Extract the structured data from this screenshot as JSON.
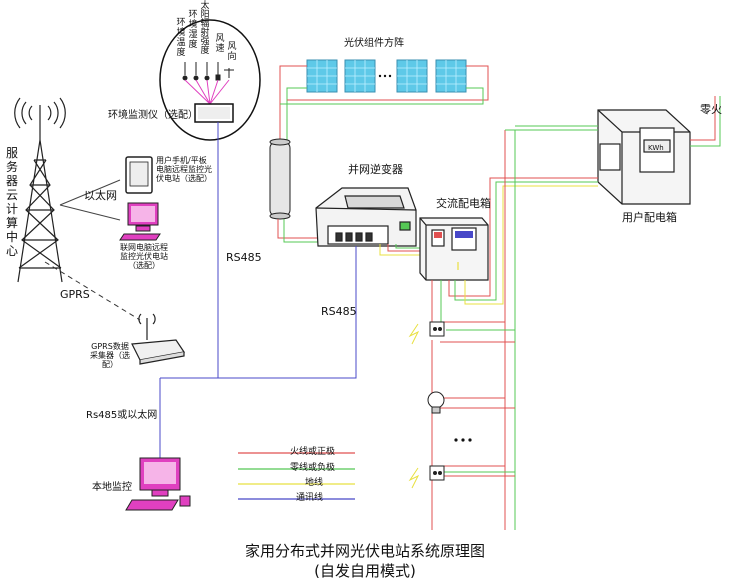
{
  "labels": {
    "service_center": "服务器云计算中心",
    "ethernet": "以太网",
    "gprs": "GPRS",
    "env_monitor": "环境监测仪（选配）",
    "env_temp": "环境温度",
    "env_humidity": "环境湿度",
    "solar_irradiance": "太阳辐射强度",
    "wind_speed": "风速",
    "wind_direction": "风向",
    "pv_array": "光伏组件方阵",
    "inverter": "并网逆变器",
    "ac_box": "交流配电箱",
    "user_box": "用户配电箱",
    "zero_fire": "零火",
    "mobile": "用户手机/平板电脑远程监控光伏电站（选配）",
    "pc_remote": "联网电脑远程监控光伏电站（选配）",
    "rs485_left": "RS485",
    "rs485_right": "RS485",
    "gprs_collector": "GPRS数据采集器（选配）",
    "rs485_or_eth": "Rs485或以太网",
    "local_monitor": "本地监控",
    "kwh": "KWh"
  },
  "legend": [
    {
      "label": "火线或正极",
      "color": "#e05050"
    },
    {
      "label": "零线或负极",
      "color": "#55c855"
    },
    {
      "label": "地线",
      "color": "#e8e040"
    },
    {
      "label": "通讯线",
      "color": "#4848c8"
    }
  ],
  "title": {
    "line1": "家用分布式并网光伏电站系统原理图",
    "line2": "(自发自用模式)"
  },
  "colors": {
    "fire": "#e05050",
    "zero": "#55c855",
    "ground": "#e8e040",
    "comm": "#4848c8",
    "pink": "#e040c0"
  }
}
